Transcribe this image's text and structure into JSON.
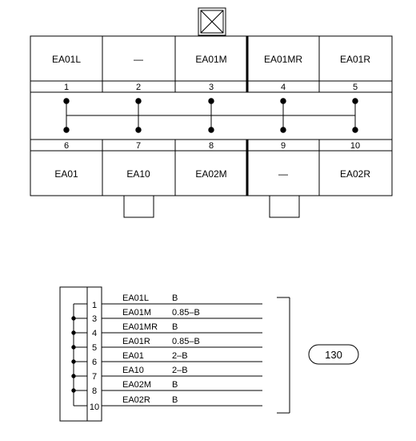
{
  "connector_top": {
    "top_row": [
      "EA01L",
      "—",
      "EA01M",
      "EA01MR",
      "EA01R"
    ],
    "top_pins": [
      "1",
      "2",
      "3",
      "4",
      "5"
    ],
    "bottom_pins": [
      "6",
      "7",
      "8",
      "9",
      "10"
    ],
    "bottom_row": [
      "EA01",
      "EA10",
      "EA02M",
      "—",
      "EA02R"
    ]
  },
  "harness": {
    "pins": [
      "1",
      "3",
      "4",
      "5",
      "6",
      "7",
      "8",
      "10"
    ],
    "wires": [
      {
        "name": "EA01L",
        "spec": "B"
      },
      {
        "name": "EA01M",
        "spec": "0.85–B"
      },
      {
        "name": "EA01MR",
        "spec": "B"
      },
      {
        "name": "EA01R",
        "spec": "0.85–B"
      },
      {
        "name": "EA01",
        "spec": "2–B"
      },
      {
        "name": "EA10",
        "spec": "2–B"
      },
      {
        "name": "EA02M",
        "spec": "B"
      },
      {
        "name": "EA02R",
        "spec": "B"
      }
    ],
    "ground_ref": "130"
  }
}
